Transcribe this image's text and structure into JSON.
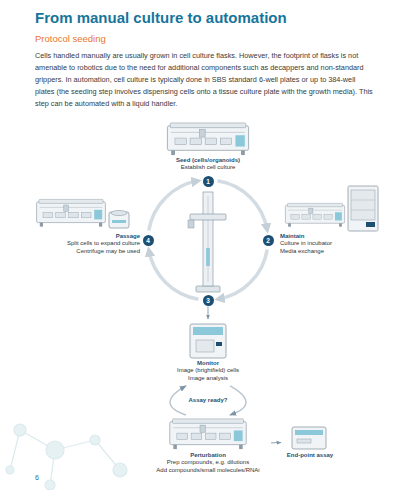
{
  "diagram": {
    "title": "From manual culture to automation",
    "nodes": [
      {
        "text": [
          "Seed (cells/organoids)",
          "Establish cell culture"
        ]
      },
      {
        "text": [
          "1"
        ]
      },
      {
        "text": [
          "Passage",
          "Split cells to expand culture",
          "Centrifuge may be used"
        ]
      },
      {
        "text": [
          "4"
        ]
      },
      {
        "text": [
          "2"
        ]
      },
      {
        "text": [
          "Maintain",
          "Culture in incubator",
          "Media exchange"
        ]
      },
      {
        "text": [
          "3"
        ]
      },
      {
        "text": [
          "Monitor",
          "Image (brightfield) cells",
          "Image analysis"
        ]
      },
      {
        "text": [
          "Perturbation",
          "Prep compounds, e.g. dilutions",
          "Add compounds/small molecules/RNAi"
        ]
      },
      {
        "text": [
          "End-point assay"
        ]
      }
    ],
    "edges": [
      {
        "from": 1,
        "to": 4,
        "arrow": "to"
      },
      {
        "from": 4,
        "to": 6,
        "arrow": "to"
      },
      {
        "from": 6,
        "to": 3,
        "arrow": "to"
      },
      {
        "from": 3,
        "to": 1,
        "arrow": "to"
      },
      {
        "from": 6,
        "to": 7,
        "arrow": "to"
      },
      {
        "from": 7,
        "to": 8,
        "arrow": "to"
      },
      {
        "from": 8,
        "to": 7,
        "arrow": "to"
      },
      {
        "from": 8,
        "to": 9,
        "arrow": "to"
      }
    ],
    "labels": [
      "Protocol seeding",
      "Cells handled manually are usually grown in cell culture flasks. However, the footprint of flasks is not amenable to robotics due to the need for additional components such as decappers and non-standard grippers. In automation, cell culture is typically done in SBS standard 6-well plates or up to 384-well plates (the seeding step involves dispensing cells onto a tissue culture plate with the growth media). This step can be automated with a liquid handler.",
      "Assay ready?",
      "6"
    ]
  }
}
